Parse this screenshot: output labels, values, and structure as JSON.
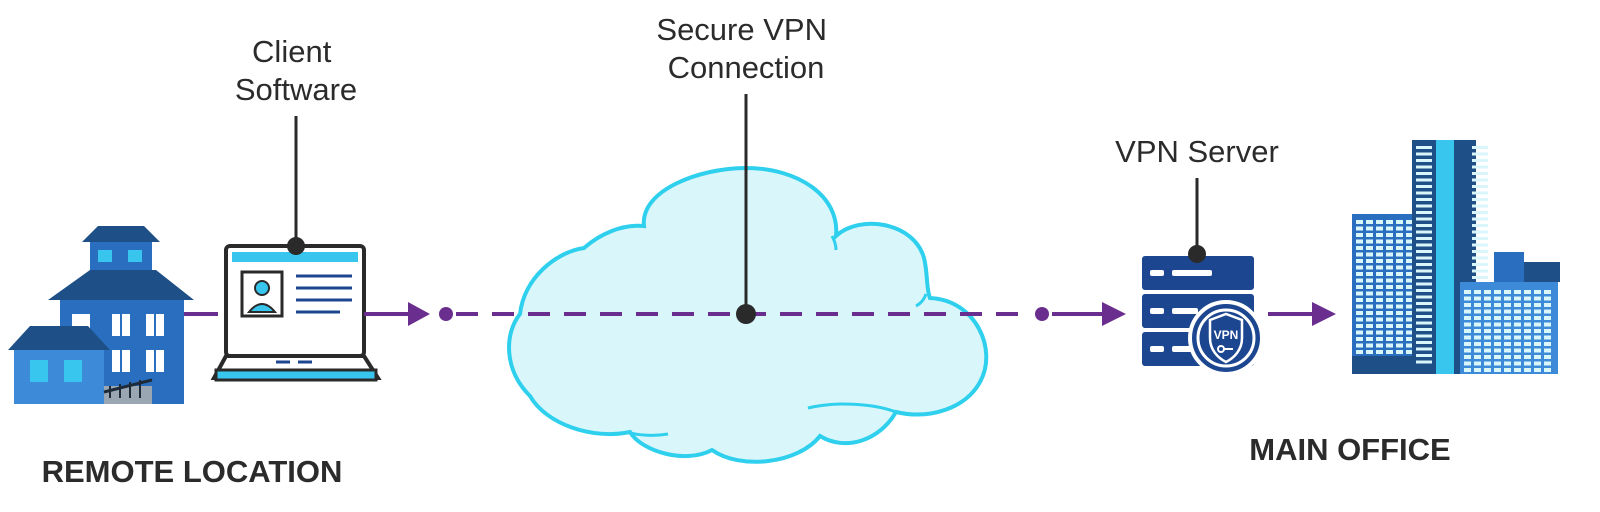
{
  "labels": {
    "client_software": [
      "Client",
      "Software"
    ],
    "secure_vpn_connection": [
      "Secure VPN",
      "Connection"
    ],
    "vpn_server": "VPN Server",
    "vpn_badge": "VPN",
    "remote_location": "REMOTE LOCATION",
    "main_office": "MAIN OFFICE"
  },
  "colors": {
    "link": "#6a2e8e",
    "leader": "#2a2a2a",
    "cloud_fill": "#d9f6fb",
    "cloud_stroke": "#2fd0ee",
    "building_dark": "#1e4f86",
    "building_mid": "#2a6fbf",
    "building_light": "#3d8ad8",
    "window": "#38c6ee",
    "server": "#1d4691",
    "laptop_screen": "#38c6ee"
  },
  "icons": {
    "remote_location": "house-icon",
    "client_software": "laptop-icon",
    "network": "cloud-icon",
    "vpn_server": "server-icon",
    "main_office": "office-buildings-icon"
  }
}
